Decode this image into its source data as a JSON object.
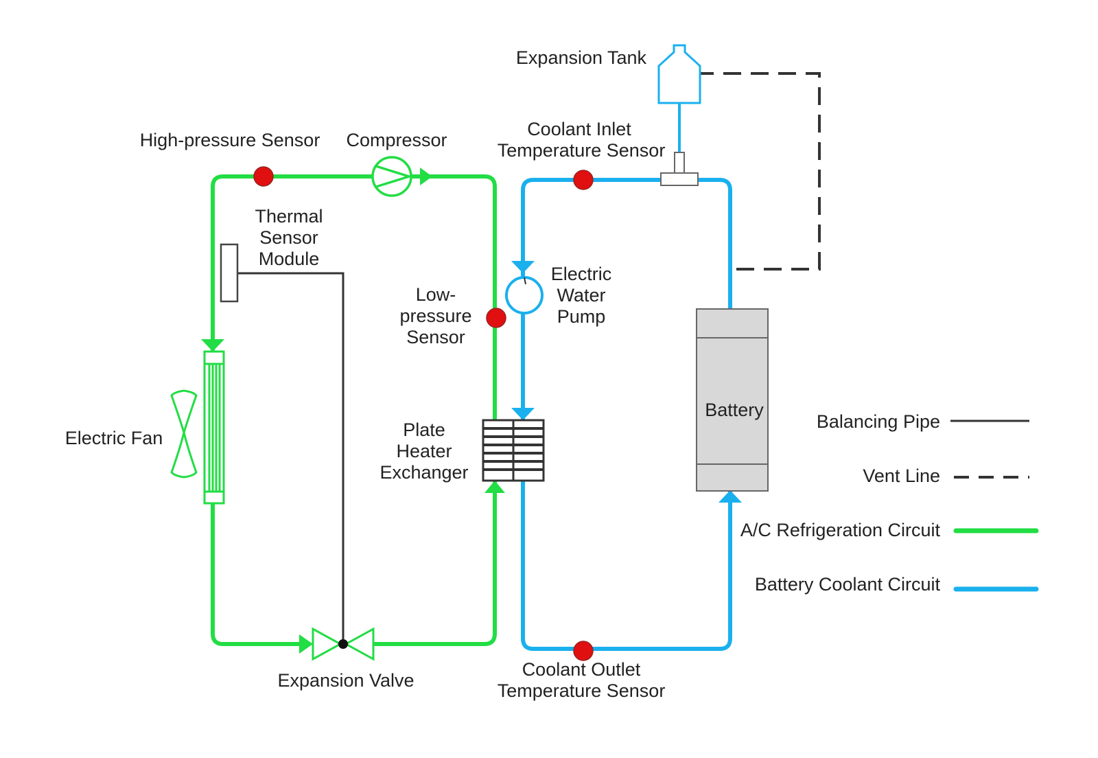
{
  "colors": {
    "refrigeration": "#22dd44",
    "coolant": "#1ab0ee",
    "balancing": "#333333",
    "vent": "#333333",
    "sensor": "#e01010",
    "battery_fill": "#d8d8d8"
  },
  "labels": {
    "expansion_tank": "Expansion Tank",
    "high_pressure_sensor": "High-pressure Sensor",
    "compressor": "Compressor",
    "coolant_inlet_line1": "Coolant Inlet",
    "coolant_inlet_line2": "Temperature Sensor",
    "thermal_line1": "Thermal",
    "thermal_line2": "Sensor",
    "thermal_line3": "Module",
    "low_pressure_line1": "Low-",
    "low_pressure_line2": "pressure",
    "low_pressure_line3": "Sensor",
    "pump_line1": "Electric",
    "pump_line2": "Water",
    "pump_line3": "Pump",
    "electric_fan": "Electric Fan",
    "plate_line1": "Plate",
    "plate_line2": "Heater",
    "plate_line3": "Exchanger",
    "battery": "Battery",
    "expansion_valve": "Expansion Valve",
    "coolant_outlet_line1": "Coolant Outlet",
    "coolant_outlet_line2": "Temperature Sensor"
  },
  "legend": {
    "balancing_pipe": "Balancing Pipe",
    "vent_line": "Vent Line",
    "ac_circuit": "A/C Refrigeration Circuit",
    "battery_circuit": "Battery Coolant Circuit"
  }
}
